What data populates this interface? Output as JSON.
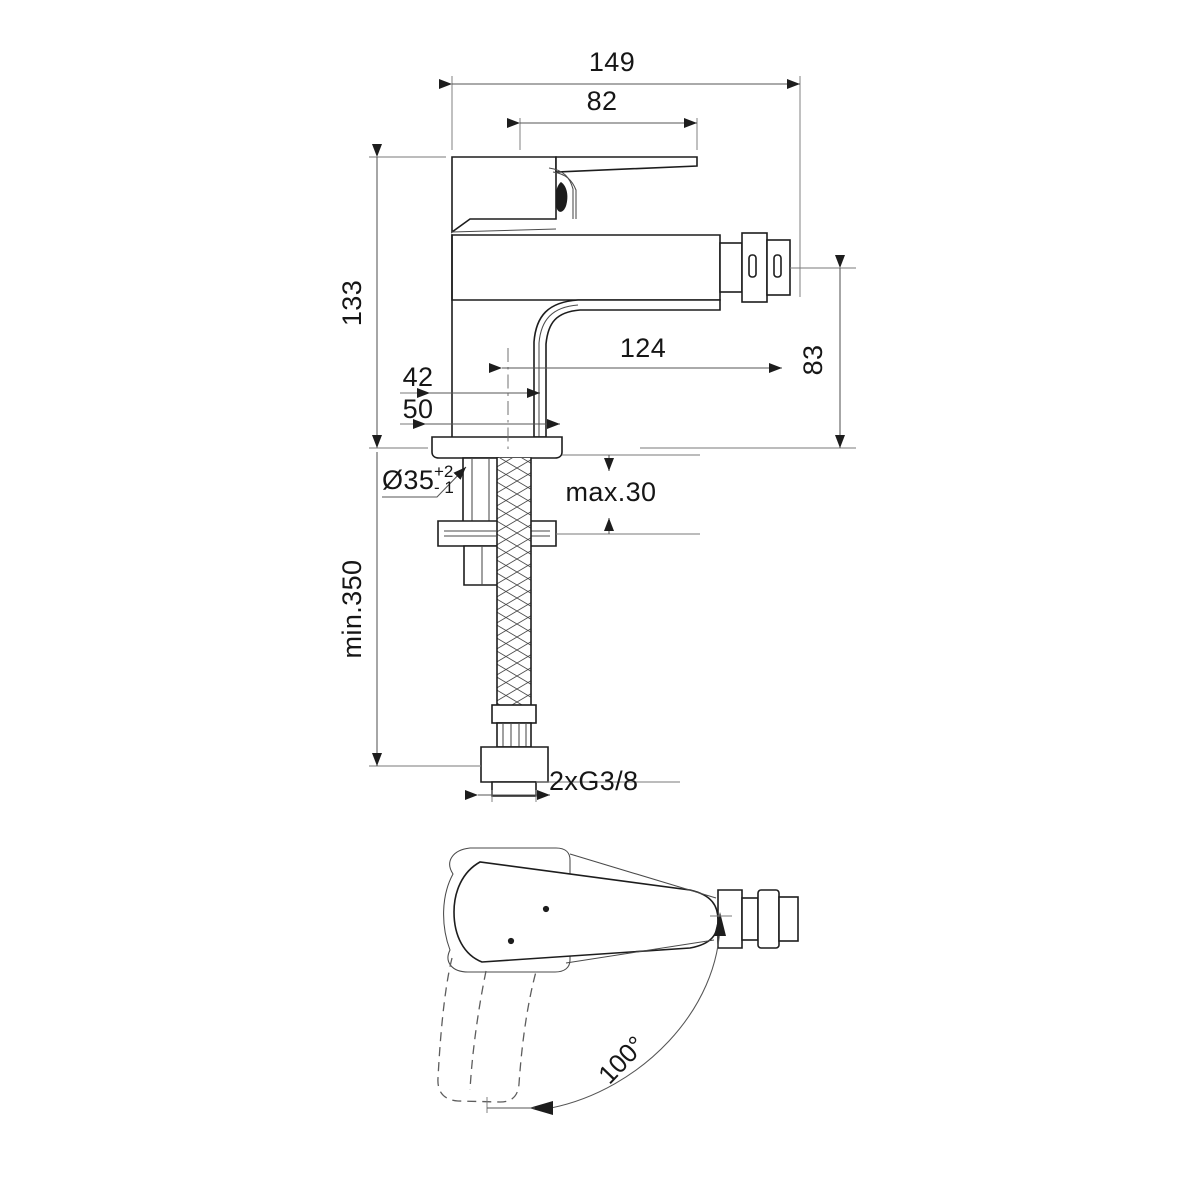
{
  "document": {
    "kind": "technical-drawing",
    "subject": "Single-lever bidet mixer tap — dimensioned engineering drawing",
    "background_color": "#ffffff",
    "line_color": "#1d1d1d"
  },
  "views": {
    "side_elevation": {
      "name": "Side elevation with dimensions"
    },
    "top_plan": {
      "name": "Top plan view with lever swing arc"
    }
  },
  "dimensions": {
    "overall_length": "149",
    "lever_length": "82",
    "overall_height": "133",
    "spout_reach": "124",
    "spout_height": "83",
    "body_width_upper": "42",
    "base_width": "50",
    "hole_diameter": "Ø35",
    "hole_tol_plus": "+2",
    "hole_tol_minus": "- 1",
    "max_thickness": "max.30",
    "min_hose_length": "min.350",
    "hose_thread": "2xG3/8",
    "swing_angle": "100°"
  },
  "labels": [
    {
      "id": "dim-149",
      "text": "149",
      "type": "linear",
      "orientation": "horizontal"
    },
    {
      "id": "dim-82",
      "text": "82",
      "type": "linear",
      "orientation": "horizontal"
    },
    {
      "id": "dim-133",
      "text": "133",
      "type": "linear",
      "orientation": "vertical"
    },
    {
      "id": "dim-124",
      "text": "124",
      "type": "linear",
      "orientation": "horizontal"
    },
    {
      "id": "dim-83",
      "text": "83",
      "type": "linear",
      "orientation": "vertical"
    },
    {
      "id": "dim-42",
      "text": "42",
      "type": "linear",
      "orientation": "horizontal"
    },
    {
      "id": "dim-50",
      "text": "50",
      "type": "linear",
      "orientation": "horizontal"
    },
    {
      "id": "dim-d35",
      "text": "Ø35",
      "type": "diameter",
      "orientation": "horizontal"
    },
    {
      "id": "dim-max30",
      "text": "max.30",
      "type": "limit",
      "orientation": "horizontal"
    },
    {
      "id": "dim-min350",
      "text": "min.350",
      "type": "limit",
      "orientation": "vertical"
    },
    {
      "id": "dim-g38",
      "text": "2xG3/8",
      "type": "thread",
      "orientation": "horizontal"
    },
    {
      "id": "dim-100deg",
      "text": "100°",
      "type": "angular",
      "orientation": "rotated"
    }
  ]
}
